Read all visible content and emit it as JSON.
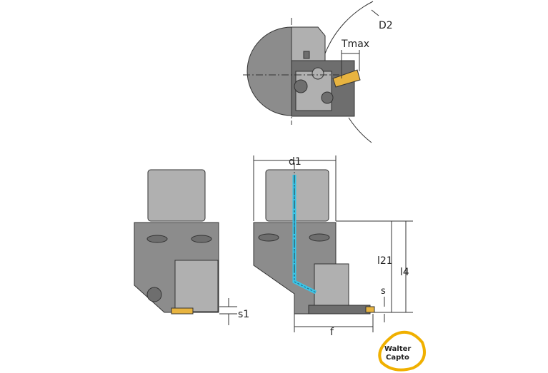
{
  "labels": {
    "d2": "D2",
    "tmax": "Tmax",
    "d1": "d1",
    "l21": "l21",
    "l4": "l4",
    "s": "s",
    "s1": "s1",
    "f": "f"
  },
  "logo": {
    "line1": "Walter",
    "line2": "Capto"
  },
  "colors": {
    "coolant": "#39c6e8",
    "insert": "#e8b440",
    "body": "#8c8c8c",
    "logo_ring": "#f0b000"
  }
}
